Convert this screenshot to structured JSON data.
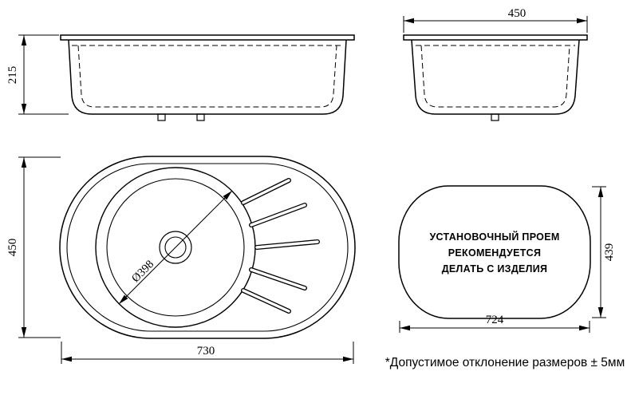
{
  "views": {
    "front_section": {
      "height_dim": "215"
    },
    "end_section": {
      "width_dim": "450"
    },
    "top_view": {
      "height_dim": "450",
      "width_dim": "730",
      "bowl_diameter": "Ø398"
    },
    "cutout": {
      "width_dim": "724",
      "height_dim": "439",
      "label_line1": "УСТАНОВОЧНЫЙ ПРОЕМ",
      "label_line2": "РЕКОМЕНДУЕТСЯ",
      "label_line3": "ДЕЛАТЬ С ИЗДЕЛИЯ"
    }
  },
  "footnote": "*Допустимое отклонение размеров ± 5мм",
  "colors": {
    "line": "#000000",
    "background": "#ffffff"
  }
}
